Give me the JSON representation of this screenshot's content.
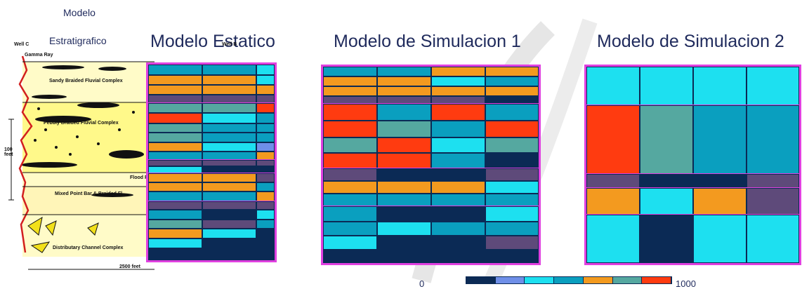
{
  "headings": {
    "modelo_line1": "Modelo",
    "modelo_line2": "Estratigrafico",
    "estatico": "Modelo Estatico",
    "sim1": "Modelo de Simulacion 1",
    "sim2": "Modelo de Simulacion 2"
  },
  "log": {
    "well_left": "Well C",
    "well_right": "Well B",
    "gamma": "Gamma Ray",
    "unit1": "Sandy Braided Fluvial Complex",
    "unit2": "Pebbly Braided Fluvial Complex",
    "unit3": "Flood P",
    "unit4": "Mixed Point Bar & Braided Fl",
    "unit5": "Distributary Channel Complex",
    "scale_v": "100 feet",
    "scale_h": "2500 feet"
  },
  "colorbar": {
    "min": "0",
    "max": "1000",
    "colors": [
      "#0b2a55",
      "#6f8fe8",
      "#1de0f0",
      "#0a9fbf",
      "#f39a1f",
      "#55a8a0",
      "#ff3b10"
    ]
  },
  "palette": {
    "navy": "#0b2a55",
    "periwinkle": "#6f8fe8",
    "cyan": "#1de0f0",
    "teal": "#0a9fbf",
    "orange": "#f39a1f",
    "seagreen": "#55a8a0",
    "red": "#ff3b10",
    "purple": "#5e4a7a",
    "frame": "#e040e0"
  }
}
